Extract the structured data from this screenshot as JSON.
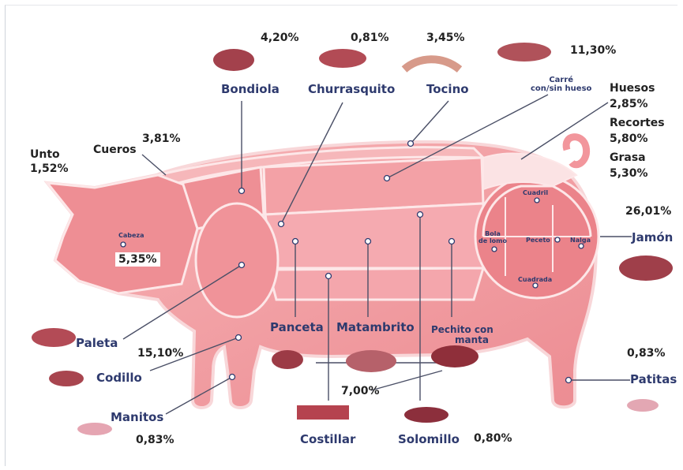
{
  "labels": {
    "bondiola": "Bondiola",
    "bondiola_pct": "4,20%",
    "churrasquito": "Churrasquito",
    "churrasquito_pct": "0,81%",
    "tocino": "Tocino",
    "tocino_pct": "3,45%",
    "carre_l1": "Carré",
    "carre_l2": "con/sin hueso",
    "carre_pct": "11,30%",
    "huesos": "Huesos",
    "huesos_pct": "2,85%",
    "recortes": "Recortes",
    "recortes_pct": "5,80%",
    "grasa": "Grasa",
    "grasa_pct": "5,30%",
    "unto": "Unto",
    "unto_pct": "1,52%",
    "cueros": "Cueros",
    "cueros_pct": "3,81%",
    "cabeza": "Cabeza",
    "cabeza_pct": "5,35%",
    "paleta": "Paleta",
    "paleta_pct": "15,10%",
    "codillo": "Codillo",
    "manitos": "Manitos",
    "manitos_pct": "0,83%",
    "panceta": "Panceta",
    "matambrito": "Matambrito",
    "pechito_l1": "Pechito con",
    "pechito_l2": "manta",
    "pechito_pct": "7,00%",
    "costillar": "Costillar",
    "solomillo": "Solomillo",
    "solomillo_pct": "0,80%",
    "jamon": "Jamón",
    "jamon_pct": "26,01%",
    "patitas": "Patitas",
    "patitas_pct": "0,83%",
    "cuadril": "Cuadril",
    "bola_l1": "Bola",
    "bola_l2": "de lomo",
    "peceto": "Peceto",
    "nalga": "Nalga",
    "cuadrada": "Cuadrada"
  },
  "colors": {
    "body": "#f3a0a4",
    "body_dark": "#e9848a",
    "seam": "#fbe0e1",
    "ham": "#ea8189",
    "label_blue": "#2e3a6e"
  }
}
